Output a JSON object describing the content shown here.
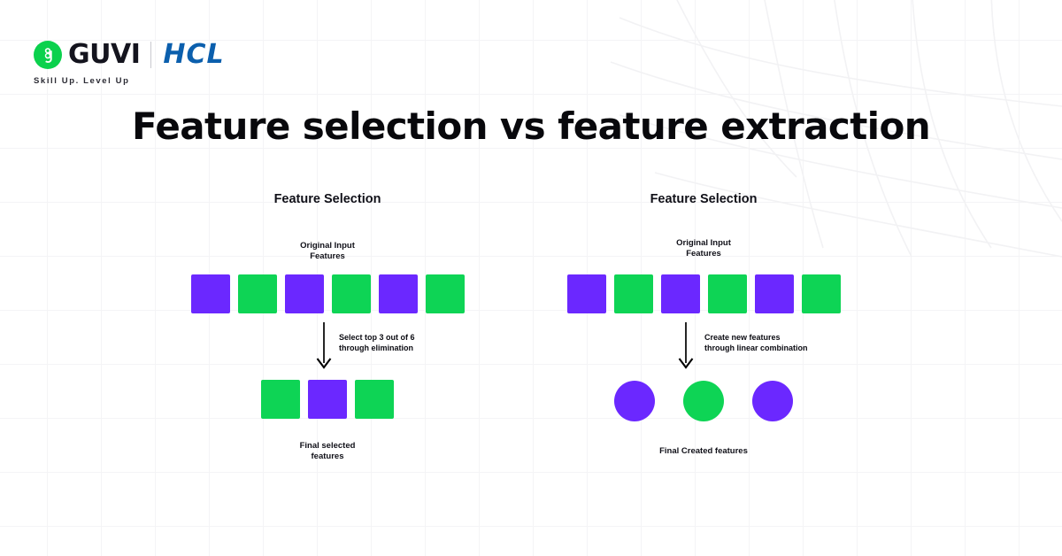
{
  "brand": {
    "guvi_name": "GUVI",
    "hcl_name": "HCL",
    "tagline": "Skill Up. Level Up",
    "guvi_green": "#0bd14d",
    "hcl_blue": "#0b5fad"
  },
  "title": "Feature selection vs feature extraction",
  "colors": {
    "purple": "#6b28ff",
    "green": "#0ed455",
    "arrow": "#000000",
    "text": "#101018",
    "grid_line": "#f4f4f6"
  },
  "panels": [
    {
      "id": "feature-selection",
      "heading": "Feature Selection",
      "top_caption": "Original Input\nFeatures",
      "top_row": [
        {
          "shape": "square",
          "color": "purple"
        },
        {
          "shape": "square",
          "color": "green"
        },
        {
          "shape": "square",
          "color": "purple"
        },
        {
          "shape": "square",
          "color": "green"
        },
        {
          "shape": "square",
          "color": "purple"
        },
        {
          "shape": "square",
          "color": "green"
        }
      ],
      "arrow_note": "Select top 3 out of 6\nthrough elimination",
      "bottom_row": [
        {
          "shape": "square",
          "color": "green"
        },
        {
          "shape": "square",
          "color": "purple"
        },
        {
          "shape": "square",
          "color": "green"
        }
      ],
      "bottom_caption": "Final selected\nfeatures"
    },
    {
      "id": "feature-extraction",
      "heading": "Feature Selection",
      "top_caption": "Original Input\nFeatures",
      "top_row": [
        {
          "shape": "square",
          "color": "purple"
        },
        {
          "shape": "square",
          "color": "green"
        },
        {
          "shape": "square",
          "color": "purple"
        },
        {
          "shape": "square",
          "color": "green"
        },
        {
          "shape": "square",
          "color": "purple"
        },
        {
          "shape": "square",
          "color": "green"
        }
      ],
      "arrow_note": "Create new features\nthrough linear combination",
      "bottom_row": [
        {
          "shape": "circle",
          "color": "purple"
        },
        {
          "shape": "circle",
          "color": "green"
        },
        {
          "shape": "circle",
          "color": "purple"
        }
      ],
      "bottom_caption": "Final Created features"
    }
  ]
}
